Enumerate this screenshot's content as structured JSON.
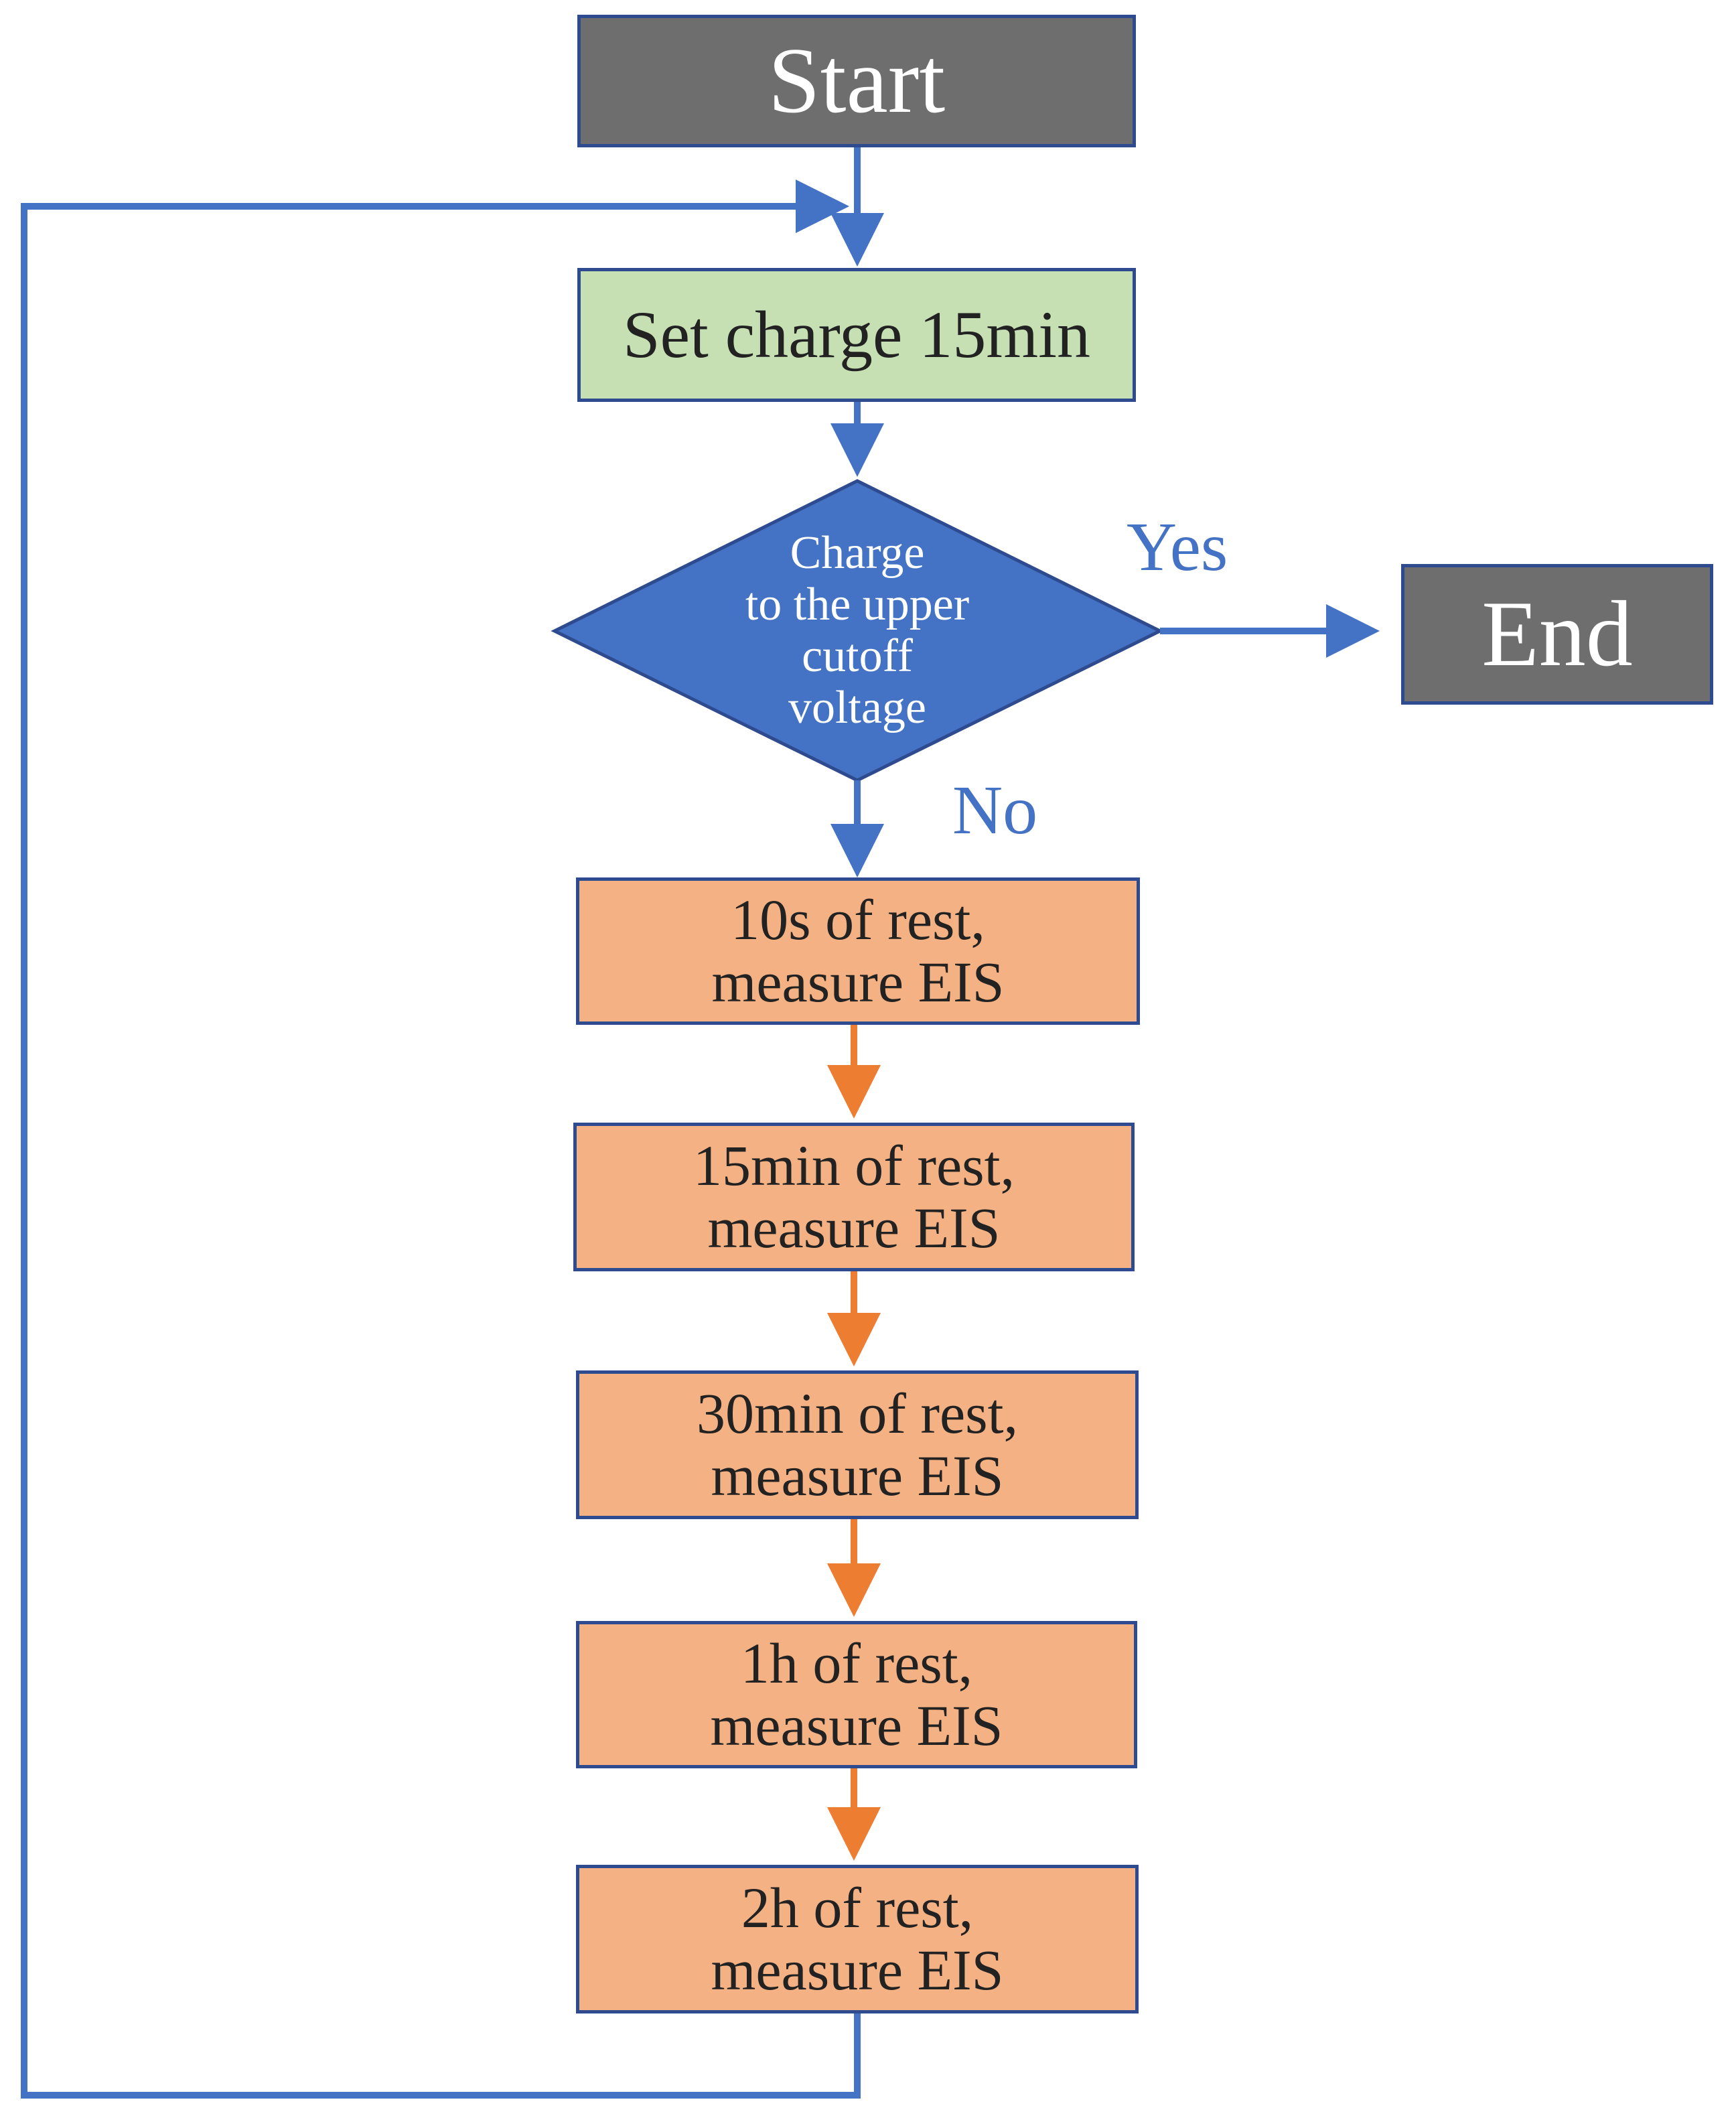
{
  "nodes": {
    "start": "Start",
    "set_charge": "Set charge 15min",
    "decision": [
      "Charge",
      "to the upper",
      "cutoff",
      "voltage"
    ],
    "end": "End",
    "rest_steps": [
      {
        "line1": "10s of rest,",
        "line2": "measure EIS"
      },
      {
        "line1": "15min of rest,",
        "line2": "measure EIS"
      },
      {
        "line1": "30min of rest,",
        "line2": "measure EIS"
      },
      {
        "line1": "1h of rest,",
        "line2": "measure EIS"
      },
      {
        "line1": "2h of rest,",
        "line2": "measure EIS"
      }
    ]
  },
  "edges": {
    "yes_label": "Yes",
    "no_label": "No"
  },
  "colors": {
    "terminal_fill": "#6e6e6e",
    "process_green_fill": "#c6e0b4",
    "process_orange_fill": "#f4b183",
    "decision_fill": "#4472c4",
    "blue_arrow": "#4472c4",
    "orange_arrow": "#ed7d31",
    "border": "#2f4b8f"
  }
}
